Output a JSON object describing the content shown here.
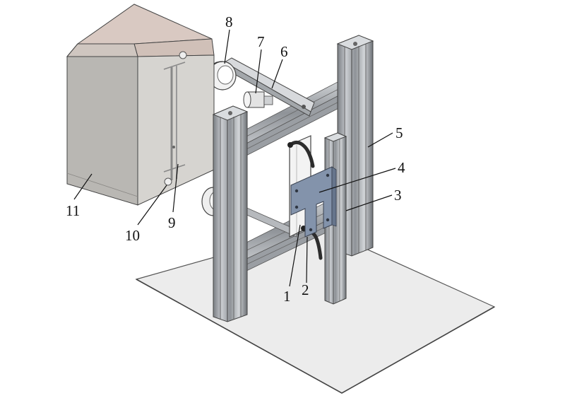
{
  "figure": {
    "labels": [
      "1",
      "2",
      "3",
      "4",
      "5",
      "6",
      "7",
      "8",
      "9",
      "10",
      "11"
    ]
  },
  "colors": {
    "background": "#ffffff",
    "plate": "#e9e9e9",
    "aluminium": "#a8acb1",
    "aluminium_dark": "#6f7378",
    "cabinet_front": "#b9b7b3",
    "cabinet_side": "#d6d4d0",
    "cabinet_top": "#d9c9c2",
    "bracket": "#7e8ea6",
    "label": "#111111"
  }
}
